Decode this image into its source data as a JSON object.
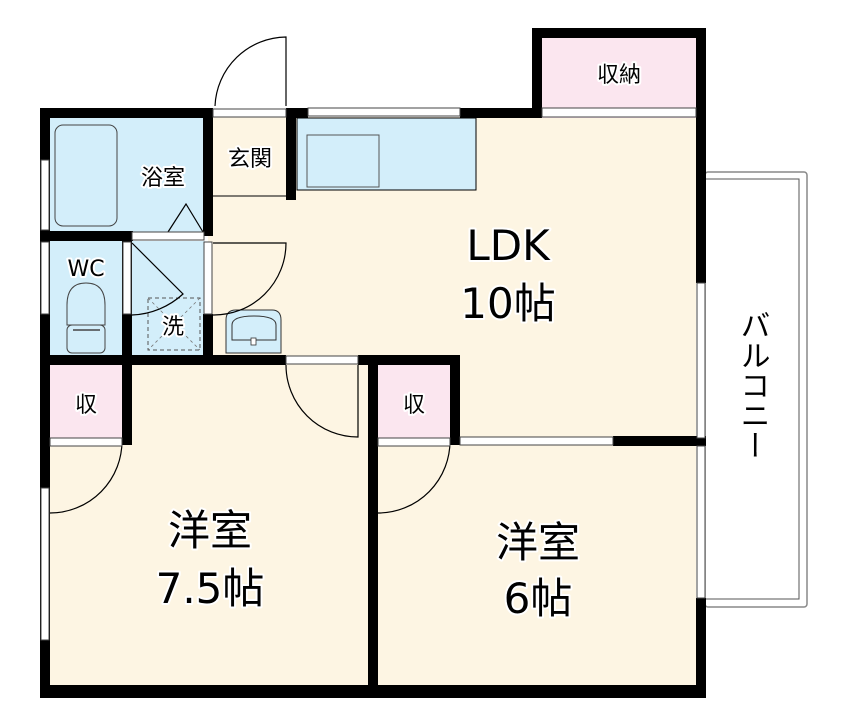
{
  "floorplan": {
    "colors": {
      "living": "#fdf5e3",
      "wet": "#d3eefa",
      "storage": "#fbe6ef",
      "wall": "#000000",
      "balcony": "#ffffff"
    },
    "rooms": {
      "ldk": {
        "name": "LDK",
        "size": "10帖"
      },
      "western_a": {
        "name": "洋室",
        "size": "7.5帖"
      },
      "western_b": {
        "name": "洋室",
        "size": "6帖"
      },
      "bathroom": {
        "name": "浴室"
      },
      "entrance": {
        "name": "玄関"
      },
      "toilet": {
        "name": "WC"
      },
      "washer": {
        "name": "洗"
      },
      "storage_top": {
        "name": "収納"
      },
      "closet_a": {
        "name": "収"
      },
      "closet_b": {
        "name": "収"
      },
      "balcony": {
        "name": "バルコニー"
      }
    }
  }
}
